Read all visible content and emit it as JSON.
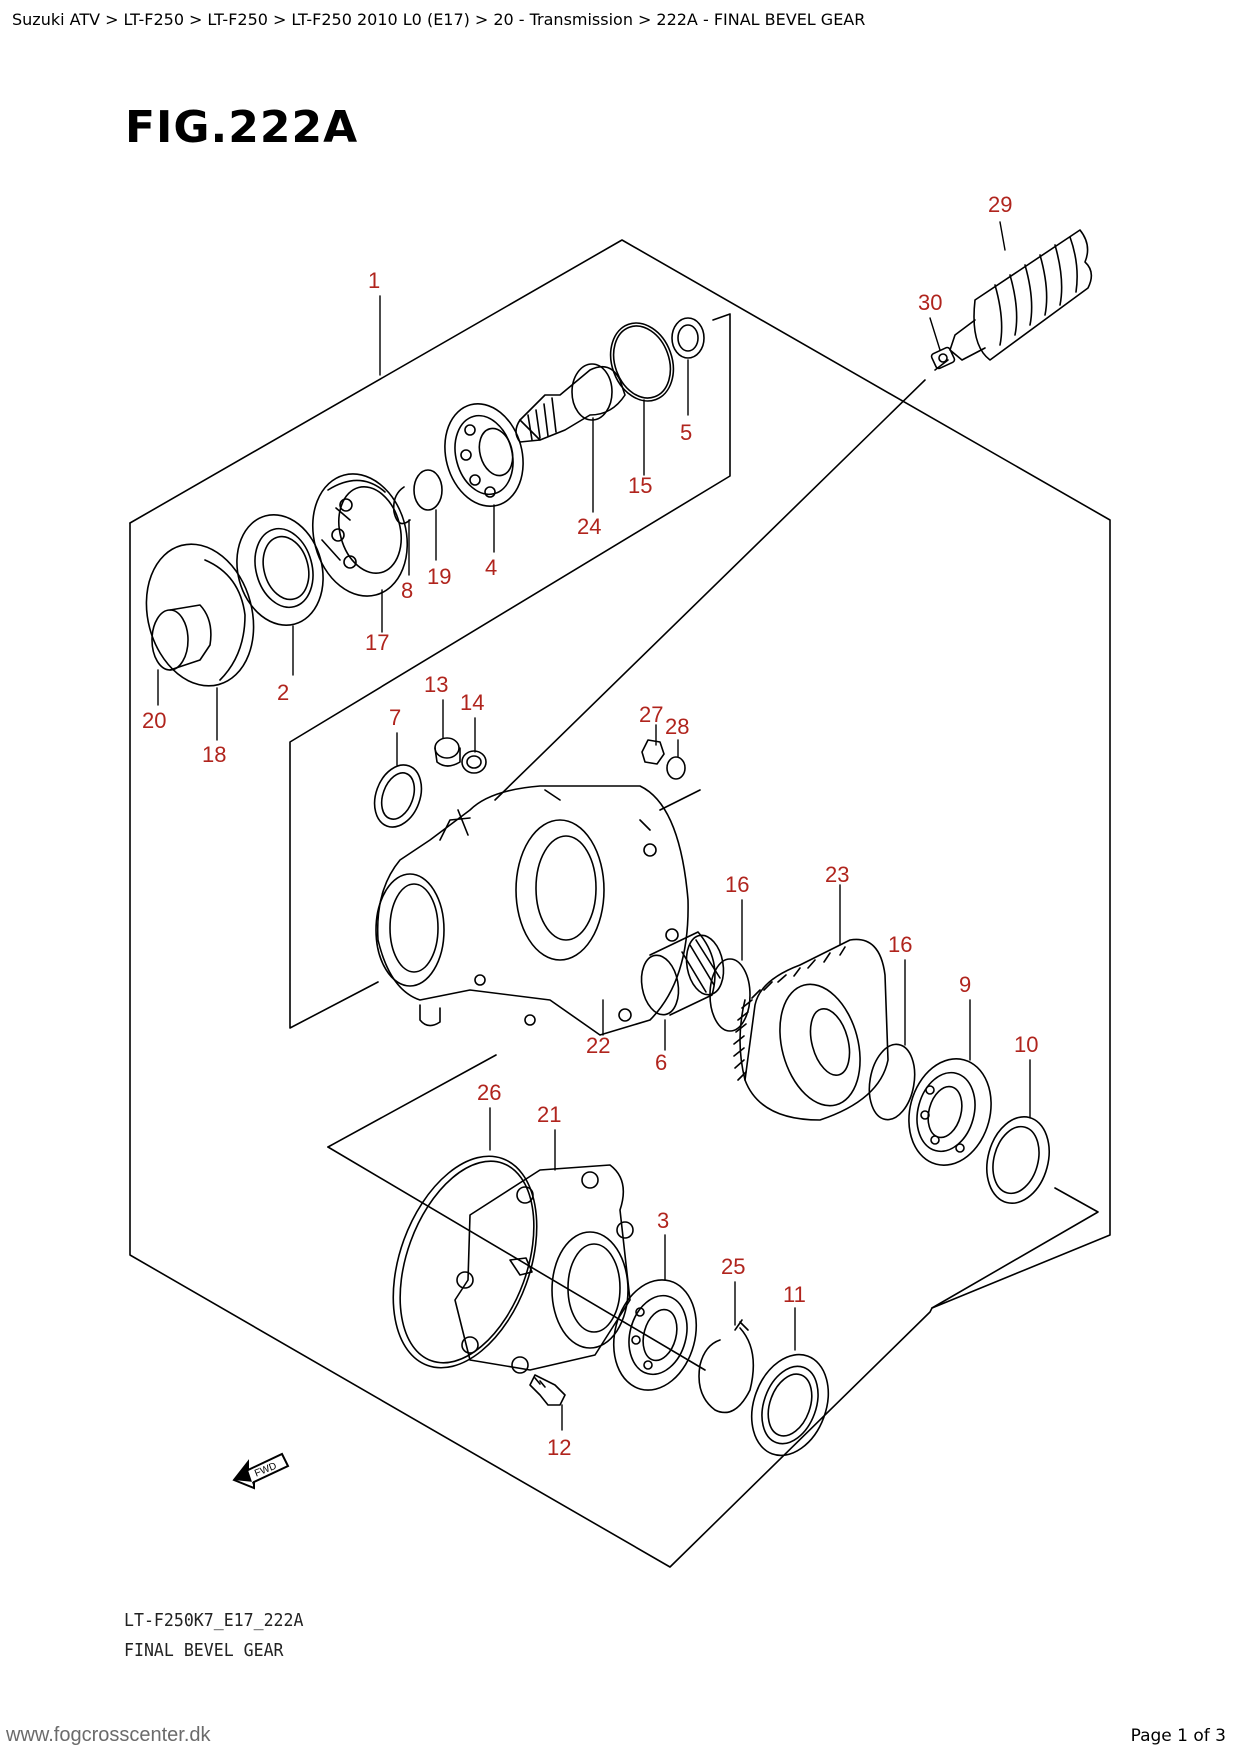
{
  "breadcrumb": [
    "Suzuki ATV",
    "LT-F250",
    "LT-F250",
    "LT-F250 2010 L0 (E17)",
    "20 - Transmission",
    "222A - FINAL BEVEL GEAR"
  ],
  "breadcrumb_separator": ">",
  "figure_title": "FIG.222A",
  "callouts": {
    "c1": "1",
    "c2": "2",
    "c3": "3",
    "c4": "4",
    "c5": "5",
    "c6": "6",
    "c7": "7",
    "c8": "8",
    "c9": "9",
    "c10": "10",
    "c11": "11",
    "c12": "12",
    "c13": "13",
    "c14": "14",
    "c15": "15",
    "c16a": "16",
    "c16b": "16",
    "c17": "17",
    "c18": "18",
    "c19": "19",
    "c20": "20",
    "c21": "21",
    "c22": "22",
    "c23": "23",
    "c24": "24",
    "c25": "25",
    "c26": "26",
    "c27": "27",
    "c28": "28",
    "c29": "29",
    "c30": "30"
  },
  "fwd_label": "FWD",
  "caption": {
    "code": "LT-F250K7_E17_222A",
    "name": "FINAL BEVEL GEAR"
  },
  "footer": {
    "site": "www.fogcrosscenter.dk",
    "page": "Page 1 of 3"
  },
  "colors": {
    "callout": "#b0241d",
    "line": "#000000"
  }
}
